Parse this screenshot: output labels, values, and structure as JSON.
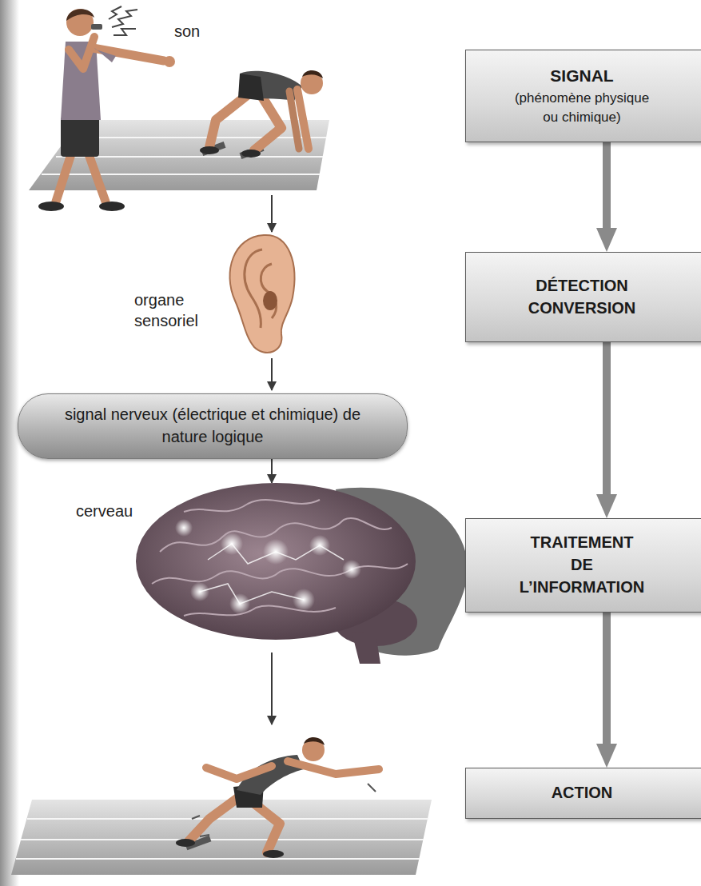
{
  "diagram": {
    "nodes": [
      {
        "text": [
          "SIGNAL",
          "(phénomène physique ou chimique)"
        ]
      },
      {
        "text": [
          "DÉTECTION CONVERSION"
        ]
      },
      {
        "text": [
          "TRAITEMENT DE L’INFORMATION"
        ]
      },
      {
        "text": [
          "ACTION"
        ]
      },
      {
        "text": [
          "signal nerveux (électrique et chimique) de nature logique"
        ]
      }
    ],
    "edges": [
      {
        "from": 0,
        "to": 1,
        "arrow": "to"
      },
      {
        "from": 1,
        "to": 2,
        "arrow": "to"
      },
      {
        "from": 2,
        "to": 3,
        "arrow": "to"
      }
    ],
    "labels": [
      "son",
      "organe sensoriel",
      "cerveau"
    ]
  }
}
